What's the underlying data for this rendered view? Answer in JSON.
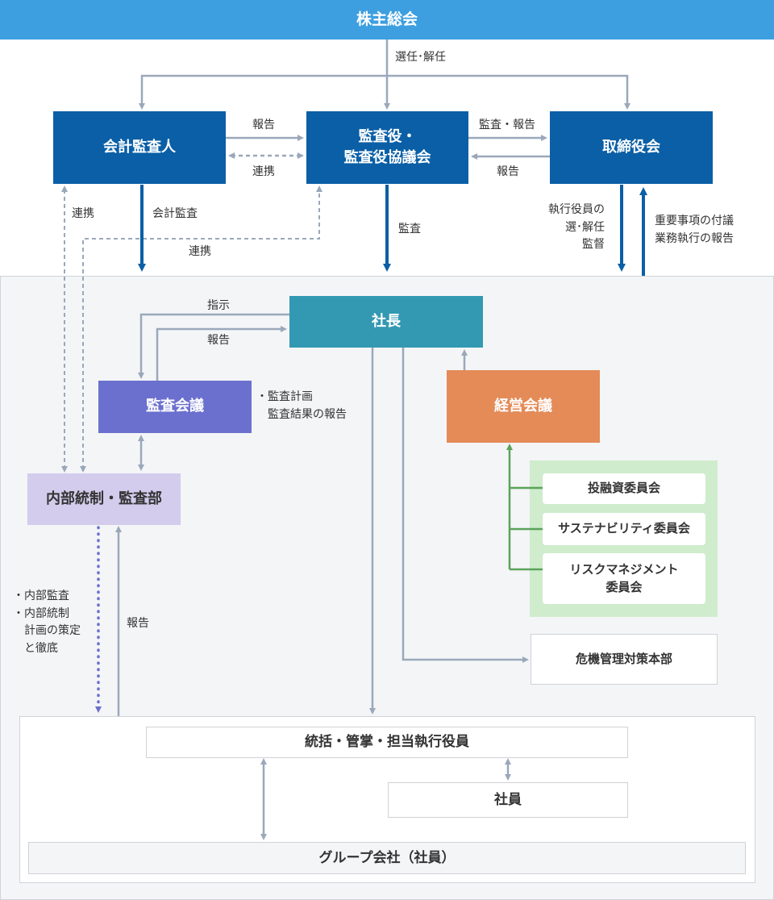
{
  "nodes": {
    "shareholders": "株主総会",
    "accounting_auditor": "会計監査人",
    "audit_board": "監査役・\n監査役協議会",
    "board_of_directors": "取締役会",
    "president": "社長",
    "audit_meeting": "監査会議",
    "management_meeting": "経営会議",
    "internal_control": "内部統制・監査部",
    "investment_committee": "投融資委員会",
    "sustainability_committee": "サステナビリティ委員会",
    "risk_committee": "リスクマネジメント\n委員会",
    "crisis_hq": "危機管理対策本部",
    "executive_officers": "統括・管掌・担当執行役員",
    "employees": "社員",
    "group_companies": "グループ会社（社員）"
  },
  "labels": {
    "elect_dismiss": "選任･解任",
    "report_to_audit_board": "報告",
    "cooperation_top": "連携",
    "audit_and_report": "監査・報告",
    "report_to_audit_board_from_board": "報告",
    "cooperation_left": "連携",
    "accounting_audit": "会計監査",
    "cooperation_middle": "連携",
    "audit": "監査",
    "exec_officer_elect": "執行役員の\n選･解任\n監督",
    "important_matters": "重要事項の付議\n業務執行の報告",
    "instruction": "指示",
    "report_to_president": "報告",
    "audit_plan": "・監査計画\n　監査結果の報告",
    "internal_audit_plan": "・内部監査\n・内部統制\n　計画の策定\n　と徹底",
    "report_from_group": "報告"
  },
  "colors": {
    "top_bar": "#3d9fe0",
    "board_boxes": "#0a5fa6",
    "president": "#3399b2",
    "audit_meeting": "#6b70cf",
    "management_meeting": "#e48b58",
    "internal_control": "#d3ccec",
    "committee_panel": "#cfeccd",
    "committee_line": "#5aa35a",
    "exec_panel": "#f4f5f7",
    "connector_gray": "#9aa8bb",
    "connector_dotted": "#6b70cf"
  }
}
